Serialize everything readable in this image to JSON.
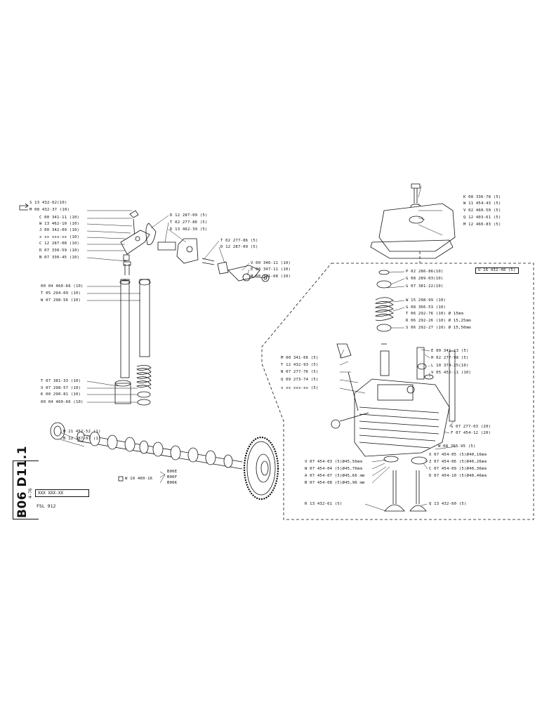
{
  "document": {
    "code": "B06 D11.1",
    "date": "4-76",
    "model_box": "XXX XXX-XX",
    "model_name": "FSL 912"
  },
  "labels_left": [
    "S 13 432-62(10)",
    "M 08 432-37 (10)",
    "C 00 341-11 (10)",
    "W 13 462-10 (10)",
    "J 00 342-09 (10)",
    "x xx xxx-xx (10)",
    "C 12 287-08 (10)",
    "D 07 330-59 (10)",
    "N 07 330-45 (10)",
    "00 04 460-66 (10)",
    "T 05 294-09 (10)",
    "W 07 298-56 (10)",
    "T 07 381-33 (10)",
    "X 07 298-57 (10)",
    "K 00 290-81 (10)",
    "00 04 460-66 (10)"
  ],
  "labels_mid": [
    "D 12 287-09 (5)",
    "T 02 277-86 (5)",
    "D 13 462-39 (5)",
    "T 02 277-86 (5)",
    "D 12 287-09 (5)",
    "V 00 346-11 (10)",
    "E 00 347-11 (10)",
    "M 00 341-68 (10)"
  ],
  "labels_cover": [
    "K 08 336-78 (5)",
    "W 11 454-43 (5)",
    "V 02 460-50 (5)",
    "Q 12 403-61 (5)",
    "M 12 460-83 (5)"
  ],
  "head_ref": "U 16 432-48 (5)",
  "labels_valve": [
    "P 02 286-86(10)",
    "G 08 289-03(10)",
    "G 07 381-22(10)",
    "W 15 298-99 (10)",
    "G 08 366-53 (10)",
    "T 06 292-76 (10) Ø 15mm",
    "R 06 292-26 (10) Ø 15,25mm",
    "S 06 292-27 (10) Ø 15,50mm"
  ],
  "labels_head_left": [
    "M 00 341-66 (5)",
    "T 12 432-93 (5)",
    "N 07 277-76 (5)",
    "Q 09 273-74 (5)",
    "x xx xxx-xx (5)"
  ],
  "labels_head_right": [
    "E 00 341-13 (5)",
    "H 02 277-98 (5)",
    "L 10 374-25(10)",
    "V 05 452-11 (10)",
    "G 07 277-03 (20)",
    "F 07 454-12 (20)",
    "W 08 765-95 (5)"
  ],
  "labels_seat_left": [
    "V 07 454-03 (5)Ø45,56mm",
    "W 07 454-04 (5)Ø45,76mm",
    "A 07 454-07 (5)Ø45,66 mm",
    "B 07 454-08 (5)Ø45,96 mm"
  ],
  "labels_seat_right": [
    "X 07 454-05 (5)Ø40,16mm",
    "Z 07 454-06 (5)Ø40,26mm",
    "C 07 454-09 (5)Ø40,36mm",
    "D 07 454-10 (5)Ø40,46mm"
  ],
  "labels_valves": [
    "R 13 432-61 (5)",
    "Q 13 432-60 (5)"
  ],
  "labels_cam": [
    "H 21 452-52 (1)",
    "B 12 287-07 (1)"
  ],
  "fan_part": "W 10 460-16",
  "variants": [
    "B06E",
    "B06F",
    "B06K"
  ],
  "colors": {
    "ink": "#111111",
    "paper": "#ffffff"
  }
}
